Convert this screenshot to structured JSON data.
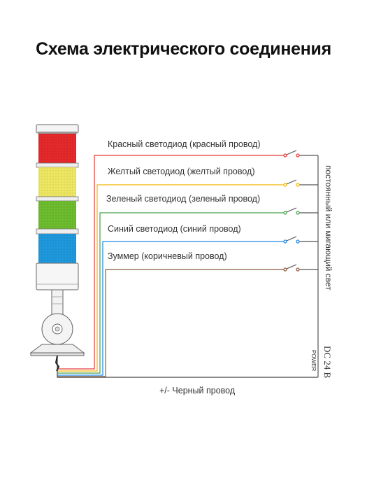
{
  "title": "Схема электрического соединения",
  "wires": [
    {
      "label": "Красный светодиод (красный провод)",
      "color": "#e53935"
    },
    {
      "label": "Желтый светодиод (желтый провод)",
      "color": "#f5b400"
    },
    {
      "label": "Зеленый светодиод (зеленый провод)",
      "color": "#43a047"
    },
    {
      "label": "Синий светодиод (синий провод)",
      "color": "#1e88e5"
    },
    {
      "label": "Зуммер (коричневый провод)",
      "color": "#8d5a3b"
    }
  ],
  "side_label": "постоянный или мигающий свет",
  "power": {
    "voltage": "DC 24 В",
    "label": "POWER"
  },
  "black_wire_label": "+/- Черный провод",
  "lamp_colors": {
    "red": "#e8292b",
    "yellow": "#f1ea63",
    "green": "#6fbf2f",
    "blue": "#1f9be0"
  }
}
